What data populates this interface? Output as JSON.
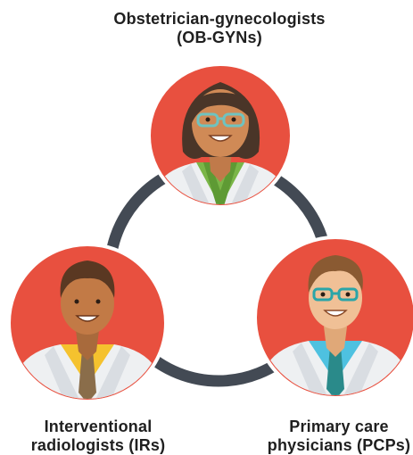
{
  "labels": {
    "obgyn": {
      "line1": "Obstetrician-gynecologists",
      "line2": "(OB-GYNs)"
    },
    "ir": {
      "line1": "Interventional",
      "line2": "radiologists (IRs)"
    },
    "pcp": {
      "line1": "Primary care",
      "line2": "physicians (PCPs)"
    }
  },
  "colors": {
    "circle": "#e8503f",
    "connector": "#434a54",
    "coat": "#eef0f2"
  },
  "icons": [
    "female-doctor-icon",
    "male-doctor-ir-icon",
    "male-doctor-pcp-icon"
  ]
}
